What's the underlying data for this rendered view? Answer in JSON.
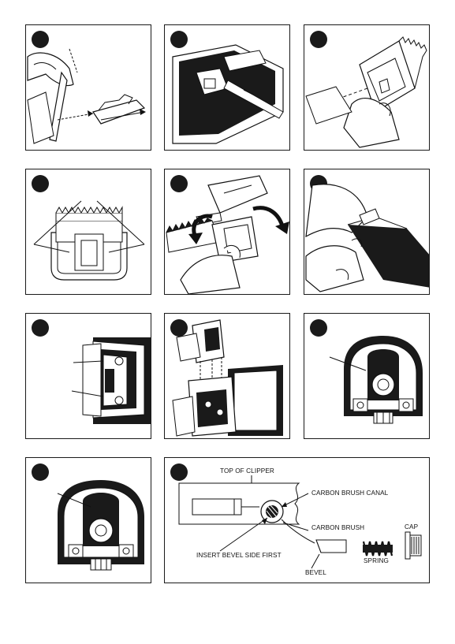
{
  "diagram": {
    "labels": {
      "top_of_clipper": "TOP OF CLIPPER",
      "carbon_brush_canal": "CARBON BRUSH CANAL",
      "carbon_brush": "CARBON BRUSH",
      "insert_bevel_side_first": "INSERT BEVEL SIDE FIRST",
      "bevel": "BEVEL",
      "spring": "SPRING",
      "cap": "CAP"
    },
    "colors": {
      "ink": "#1a1a1a",
      "paper": "#ffffff"
    }
  }
}
